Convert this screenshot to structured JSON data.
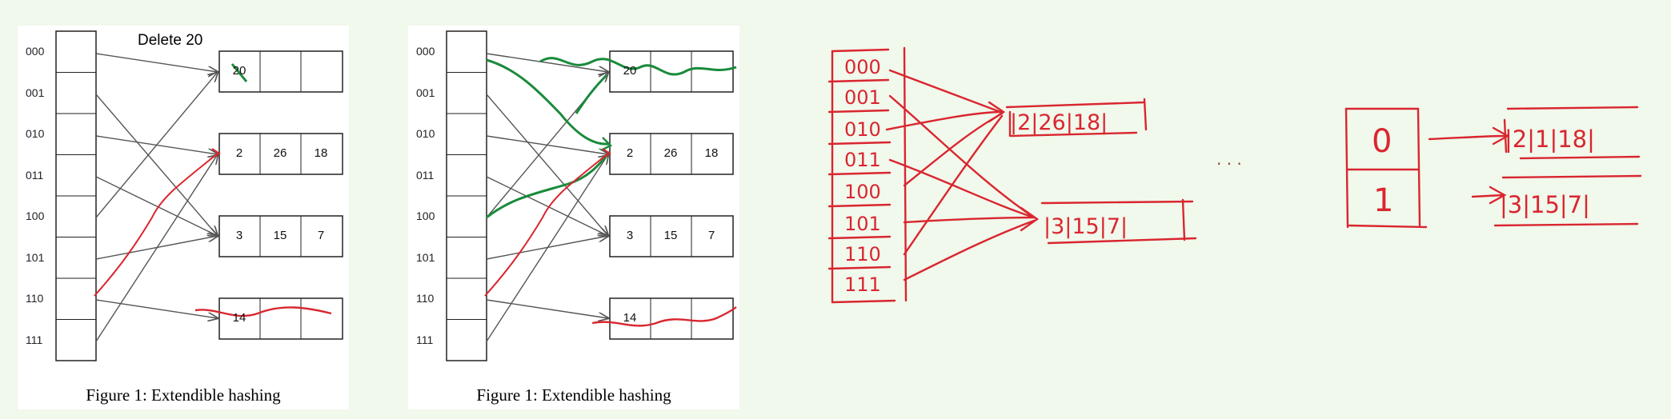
{
  "left_figure": {
    "note": "Delete 20",
    "directory": [
      "000",
      "001",
      "010",
      "011",
      "100",
      "101",
      "110",
      "111"
    ],
    "buckets": [
      [
        "20",
        "",
        ""
      ],
      [
        "2",
        "26",
        "18"
      ],
      [
        "3",
        "15",
        "7"
      ],
      [
        "14",
        "",
        ""
      ]
    ],
    "caption": "Figure 1:   Extendible hashing"
  },
  "right_figure": {
    "directory": [
      "000",
      "001",
      "010",
      "011",
      "100",
      "101",
      "110",
      "111"
    ],
    "buckets": [
      [
        "20",
        "",
        ""
      ],
      [
        "2",
        "26",
        "18"
      ],
      [
        "3",
        "15",
        "7"
      ],
      [
        "14",
        "",
        ""
      ]
    ],
    "caption": "Figure 1:   Extendible hashing"
  },
  "handwritten": {
    "directory": [
      "000",
      "001",
      "010",
      "011",
      "100",
      "101",
      "110",
      "111"
    ],
    "bucket_a": "|2|26|18|",
    "bucket_b": "|3|15|7|",
    "dots": ". . .",
    "final_directory": [
      "0",
      "1"
    ],
    "final_bucket_0": "|2|1|18|",
    "final_bucket_1": "|3|15|7|"
  },
  "colors": {
    "background": "#f1f8ec",
    "ink_red": "#d9262f",
    "ink_green": "#1a8a3c",
    "line_gray": "#555555"
  }
}
